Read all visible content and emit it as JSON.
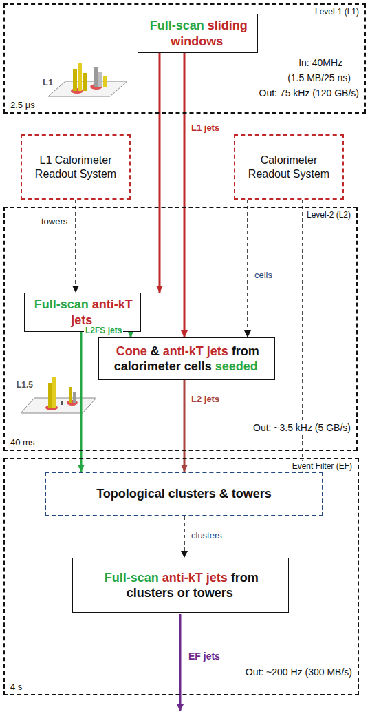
{
  "diagram": {
    "nodes": [
      {
        "text": [
          "Level-1 (L1)",
          "In: 40MHz",
          "(1.5 MB/25 ns)",
          "Out: 75 kHz (120 GB/s)",
          "2.5 µs"
        ]
      },
      {
        "text": [
          "Full-scan",
          "sliding windows"
        ],
        "in": 0
      },
      {
        "text": [
          "L1 Calorimeter Readout System"
        ]
      },
      {
        "text": [
          "Calorimeter Readout System"
        ]
      },
      {
        "text": [
          "Level-2 (L2)",
          "40 ms",
          "Out: ~3.5 kHz (5 GB/s)"
        ]
      },
      {
        "text": [
          "Full-scan",
          "anti-kT jets"
        ],
        "in": 4
      },
      {
        "text": [
          "Cone",
          "&",
          "anti-kT jets",
          "from calorimeter cells",
          "seeded"
        ],
        "in": 4
      },
      {
        "text": [
          "Event Filter (EF)",
          "4 s",
          "Out: ~200 Hz (300 MB/s)"
        ]
      },
      {
        "text": [
          "Topological clusters & towers"
        ],
        "in": 7
      },
      {
        "text": [
          "Full-scan",
          "anti-kT jets",
          "from clusters or towers"
        ],
        "in": 7
      }
    ],
    "edges": [
      {
        "from": 1,
        "to": 5,
        "arrow": "to"
      },
      {
        "from": 1,
        "to": 6,
        "arrow": "to",
        "label": "L1 jets"
      },
      {
        "from": 2,
        "to": 5,
        "arrow": "to",
        "label": "towers"
      },
      {
        "from": 3,
        "to": 6,
        "arrow": "to",
        "label": "cells"
      },
      {
        "from": 3,
        "to": 8,
        "arrow": "to"
      },
      {
        "from": 5,
        "to": 6,
        "arrow": "to"
      },
      {
        "from": 5,
        "to": 8,
        "arrow": "to",
        "label": "L2FS jets"
      },
      {
        "from": 6,
        "to": 8,
        "arrow": "to",
        "label": "L2 jets"
      },
      {
        "from": 8,
        "to": 9,
        "arrow": "to",
        "label": "clusters"
      }
    ],
    "labels": [
      "L1",
      "L1.5",
      "EF jets"
    ]
  }
}
